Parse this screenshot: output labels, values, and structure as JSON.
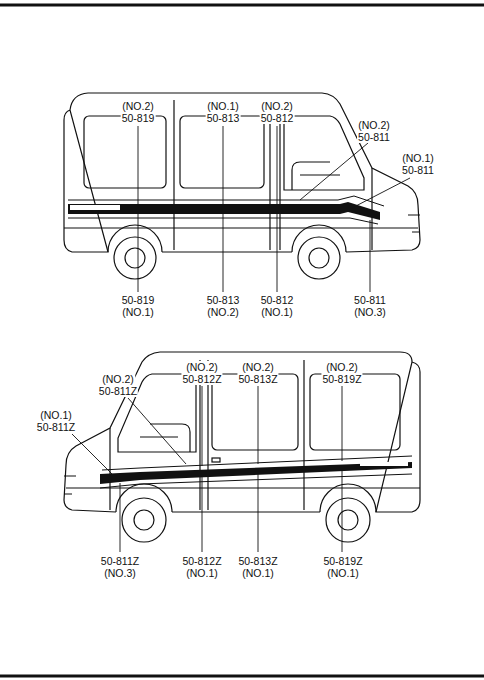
{
  "diagram": {
    "labels": [
      "(NO.2)",
      "50-819",
      "(NO.1)",
      "50-813",
      "(NO.2)",
      "50-812",
      "(NO.2)",
      "50-811",
      "(NO.1)",
      "50-811",
      "50-819",
      "(NO.1)",
      "50-813",
      "(NO.2)",
      "50-812",
      "(NO.1)",
      "50-811",
      "(NO.3)",
      "(NO.2)",
      "50-811Z",
      "(NO.1)",
      "50-811Z",
      "(NO.2)",
      "50-812Z",
      "(NO.2)",
      "50-813Z",
      "(NO.2)",
      "50-819Z",
      "50-811Z",
      "(NO.3)",
      "50-812Z",
      "(NO.1)",
      "50-813Z",
      "(NO.1)",
      "50-819Z",
      "(NO.1)"
    ]
  }
}
